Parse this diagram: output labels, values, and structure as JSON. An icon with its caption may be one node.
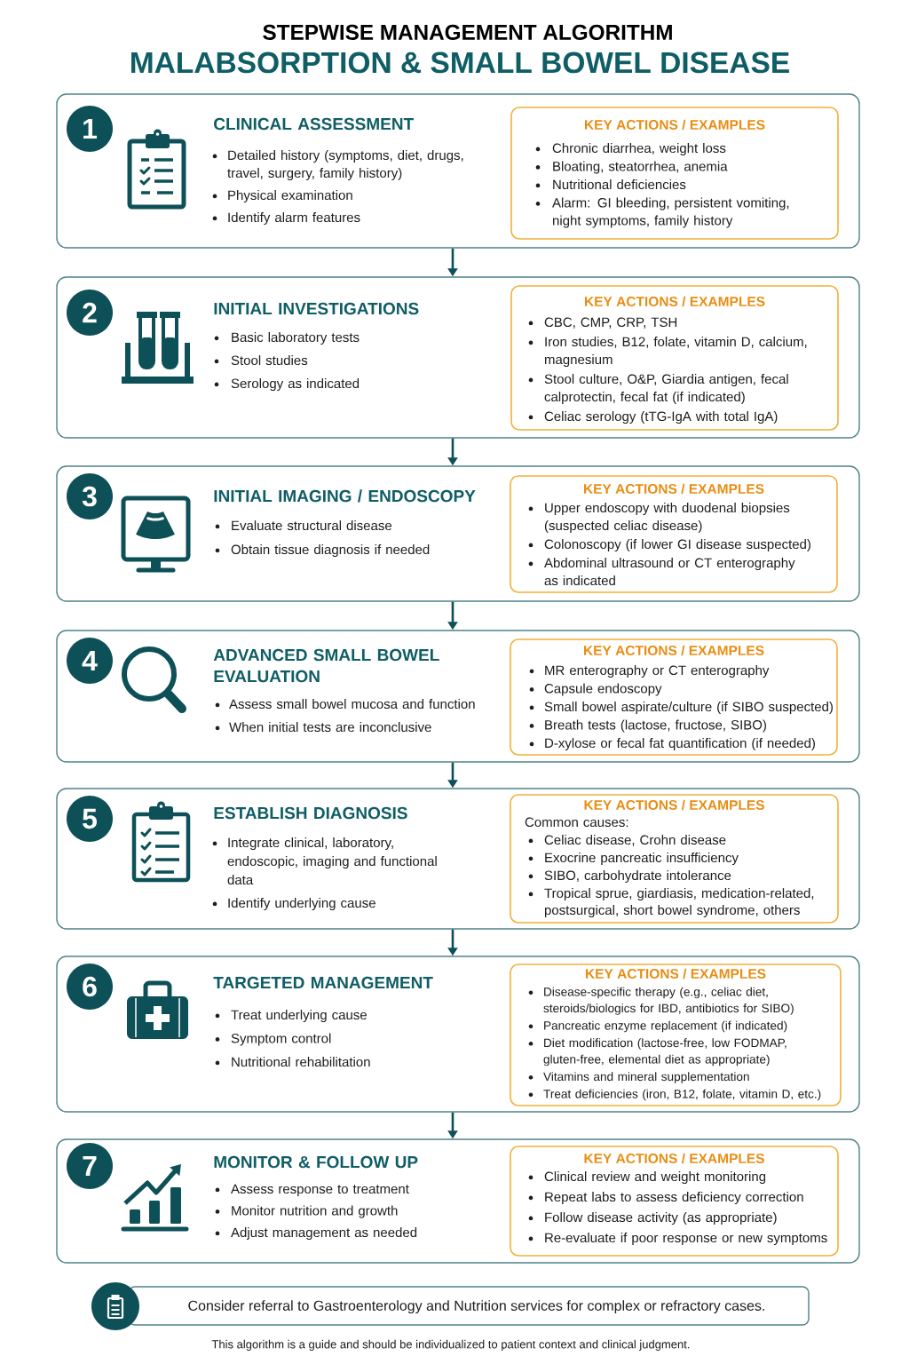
{
  "diagram": {
    "title": "MALABSORPTION & SMALL BOWEL DISEASE",
    "nodes": [
      {
        "text": [
          "CLINICAL ASSESSMENT",
          "Detailed history (symptoms, diet, drugs, travel, surgery, family history)",
          "Physical examination",
          "Identify alarm features"
        ]
      },
      {
        "text": [
          "1"
        ],
        "in": 0
      },
      {
        "text": [
          "KEY ACTIONS / EXAMPLES",
          "Chronic diarrhea, weight loss",
          "Bloating, steatorrhea, anemia",
          "Nutritional deficiencies",
          "Alarm: GI bleeding, persistent vomiting, night symptoms, family history"
        ],
        "in": 0
      },
      {
        "text": [
          "INITIAL INVESTIGATIONS",
          "Basic laboratory tests",
          "Stool studies",
          "Serology as indicated"
        ]
      },
      {
        "text": [
          "2"
        ],
        "in": 3
      },
      {
        "text": [
          "KEY ACTIONS / EXAMPLES",
          "CBC, CMP, CRP, TSH",
          "Iron studies, B12, folate, vitamin D, calcium, magnesium",
          "Stool culture, O&P, Giardia antigen, fecal calprotectin, fecal fat (if indicated)",
          "Celiac serology (tTG-IgA with total IgA)"
        ],
        "in": 3
      },
      {
        "text": [
          "INITIAL IMAGING / ENDOSCOPY",
          "Evaluate structural disease",
          "Obtain tissue diagnosis if needed"
        ]
      },
      {
        "text": [
          "3"
        ],
        "in": 6
      },
      {
        "text": [
          "KEY ACTIONS / EXAMPLES",
          "Upper endoscopy with duodenal biopsies (suspected celiac disease)",
          "Colonoscopy (if lower GI disease suspected)",
          "Abdominal ultrasound or CT enterography as indicated"
        ],
        "in": 6
      },
      {
        "text": [
          "ADVANCED SMALL BOWEL EVALUATION",
          "Assess small bowel mucosa and function",
          "When initial tests are inconclusive"
        ]
      },
      {
        "text": [
          "4"
        ],
        "in": 9
      },
      {
        "text": [
          "KEY ACTIONS / EXAMPLES",
          "MR enterography or CT enterography",
          "Capsule endoscopy",
          "Small bowel aspirate/culture (if SIBO suspected)",
          "Breath tests (lactose, fructose, SIBO)",
          "D-xylose or fecal fat quantification (if needed)"
        ],
        "in": 9
      },
      {
        "text": [
          "ESTABLISH DIAGNOSIS",
          "Integrate clinical, laboratory, endoscopic, imaging and functional data",
          "Identify underlying cause"
        ]
      },
      {
        "text": [
          "5"
        ],
        "in": 12
      },
      {
        "text": [
          "KEY ACTIONS / EXAMPLES",
          "Common causes:",
          "Celiac disease, Crohn disease",
          "Exocrine pancreatic insufficiency",
          "SIBO, carbohydrate intolerance",
          "Tropical sprue, giardiasis, medication-related, postsurgical, short bowel syndrome, others"
        ],
        "in": 12
      },
      {
        "text": [
          "TARGETED MANAGEMENT",
          "Treat underlying cause",
          "Symptom control",
          "Nutritional rehabilitation"
        ]
      },
      {
        "text": [
          "6"
        ],
        "in": 15
      },
      {
        "text": [
          "KEY ACTIONS / EXAMPLES",
          "Disease-specific therapy (e.g., celiac diet, steroids/biologics for IBD, antibiotics for SIBO)",
          "Pancreatic enzyme replacement (if indicated)",
          "Diet modification (lactose-free, low FODMAP, gluten-free, elemental diet as appropriate)",
          "Vitamins and mineral supplementation",
          "Treat deficiencies (iron, B12, folate, vitamin D, etc.)"
        ],
        "in": 15
      },
      {
        "text": [
          "MONITOR & FOLLOW UP",
          "Assess response to treatment",
          "Monitor nutrition and growth",
          "Adjust management as needed"
        ]
      },
      {
        "text": [
          "7"
        ],
        "in": 18
      },
      {
        "text": [
          "KEY ACTIONS / EXAMPLES",
          "Clinical review and weight monitoring",
          "Repeat labs to assess deficiency correction",
          "Follow disease activity (as appropriate)",
          "Re-evaluate if poor response or new symptoms"
        ],
        "in": 18
      },
      {
        "text": [
          "Consider referral to Gastroenterology and Nutrition services for complex or refractory cases."
        ]
      }
    ],
    "edges": [
      {
        "from": 0,
        "to": 3,
        "arrow": "to"
      },
      {
        "from": 3,
        "to": 6,
        "arrow": "to"
      },
      {
        "from": 6,
        "to": 9,
        "arrow": "to"
      },
      {
        "from": 9,
        "to": 12,
        "arrow": "to"
      },
      {
        "from": 12,
        "to": 15,
        "arrow": "to"
      },
      {
        "from": 15,
        "to": 18,
        "arrow": "to"
      }
    ],
    "labels": [
      "STEPWISE MANAGEMENT ALGORITHM"
    ],
    "caption": "This algorithm is a guide and should be individualized to patient context and clinical judgment."
  }
}
